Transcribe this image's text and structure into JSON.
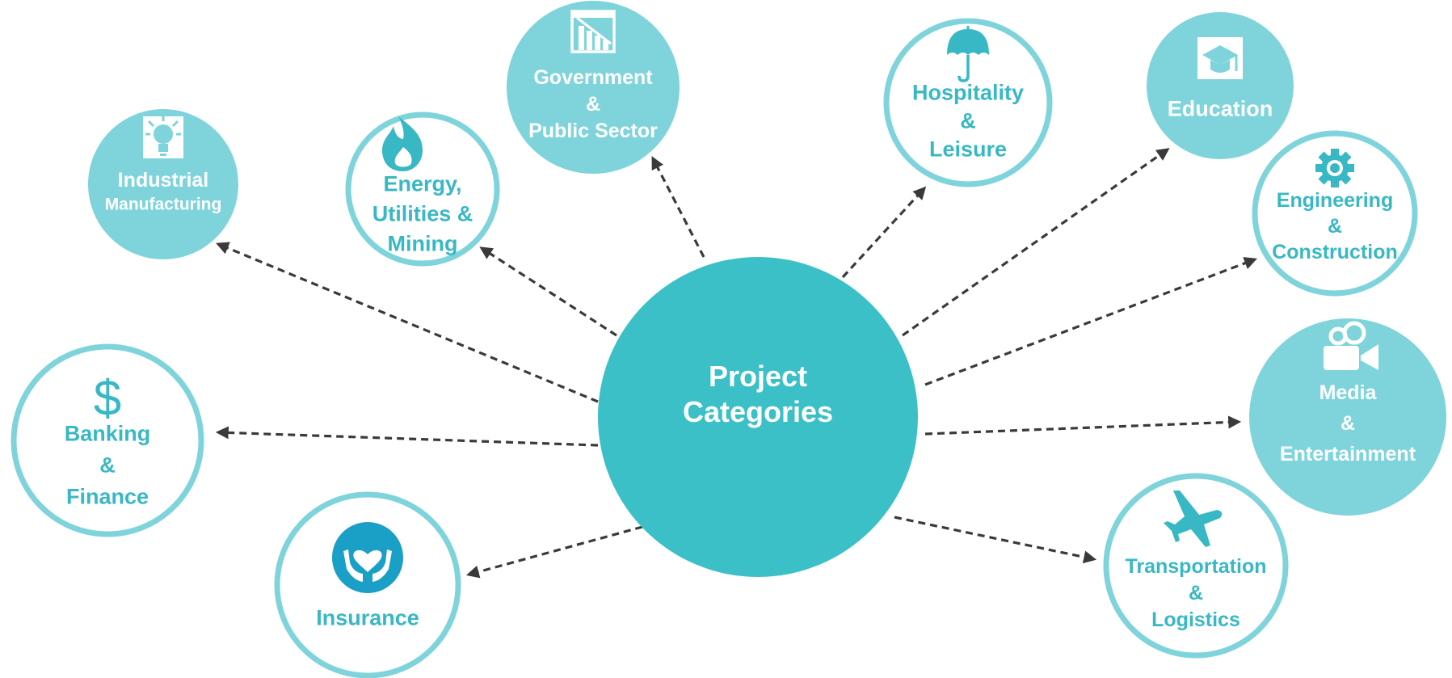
{
  "colors": {
    "hub": "#3cc0c8",
    "fill_node": "#7fd4dc",
    "outline": "#7fd4dc",
    "text_light": "#ffffff",
    "text_teal": "#38b8c4",
    "arrow": "#3a3a3a",
    "insurance_badge": "#1aa0c6"
  },
  "hub": {
    "lines": [
      "Project",
      "Categories"
    ]
  },
  "categories": [
    {
      "id": "industrial",
      "lines": [
        "Industrial",
        "Manufacturing"
      ],
      "icon": "lightbulb-icon",
      "style": "filled"
    },
    {
      "id": "energy",
      "lines": [
        "Energy,",
        "Utilities &",
        "Mining"
      ],
      "icon": "flame-icon",
      "style": "outlined"
    },
    {
      "id": "government",
      "lines": [
        "Government",
        "&",
        "Public Sector"
      ],
      "icon": "declining-chart-icon",
      "style": "filled"
    },
    {
      "id": "hospitality",
      "lines": [
        "Hospitality",
        "&",
        "Leisure"
      ],
      "icon": "umbrella-icon",
      "style": "outlined"
    },
    {
      "id": "education",
      "lines": [
        "Education"
      ],
      "icon": "graduation-cap-icon",
      "style": "filled"
    },
    {
      "id": "engineering",
      "lines": [
        "Engineering",
        "&",
        "Construction"
      ],
      "icon": "gear-icon",
      "style": "outlined"
    },
    {
      "id": "media",
      "lines": [
        "Media",
        "&",
        "Entertainment"
      ],
      "icon": "video-camera-icon",
      "style": "filled"
    },
    {
      "id": "transportation",
      "lines": [
        "Transportation",
        "&",
        "Logistics"
      ],
      "icon": "airplane-icon",
      "style": "outlined"
    },
    {
      "id": "insurance",
      "lines": [
        "Insurance"
      ],
      "icon": "heart-in-hands-icon",
      "style": "outlined"
    },
    {
      "id": "banking",
      "lines": [
        "Banking",
        "&",
        "Finance"
      ],
      "icon": "dollar-sign-icon",
      "style": "outlined"
    }
  ]
}
